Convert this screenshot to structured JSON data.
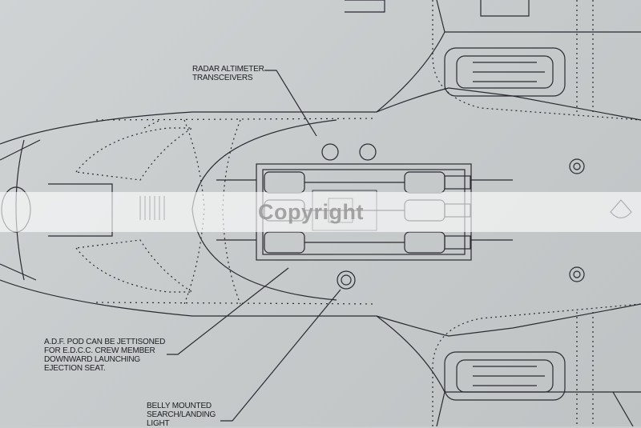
{
  "labels": {
    "radar_line1": "RADAR ALTIMETER",
    "radar_line2": "TRANSCEIVERS",
    "adf_line1": "A.D.F. POD CAN BE JETTISONED",
    "adf_line2": "FOR E.D.C.C. CREW MEMBER",
    "adf_line3": "DOWNWARD LAUNCHING",
    "adf_line4": "EJECTION SEAT.",
    "belly_line1": "BELLY MOUNTED",
    "belly_line2": "SEARCH/LANDING",
    "belly_line3": "LIGHT"
  },
  "watermark": "Copyright",
  "colors": {
    "paper": "#c9cdce",
    "ink": "#2a2a30"
  }
}
